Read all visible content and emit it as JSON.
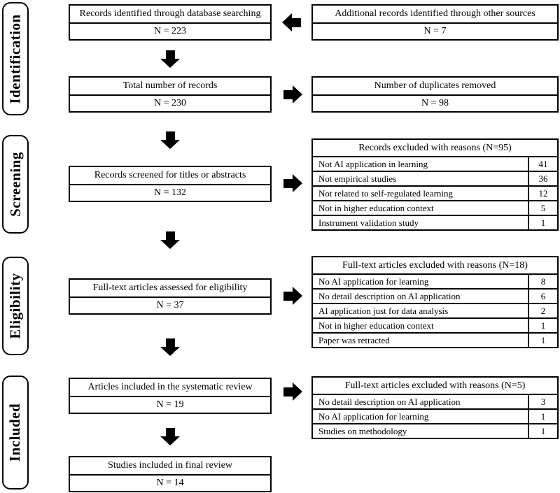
{
  "diagram": {
    "stages": [
      {
        "label": "Identification"
      },
      {
        "label": "Screening"
      },
      {
        "label": "Eligibility"
      },
      {
        "label": "Included"
      }
    ],
    "boxes": {
      "db_search": {
        "title": "Records identified through database searching",
        "n": "N = 223"
      },
      "other_sources": {
        "title": "Additional records identified through other sources",
        "n": "N = 7"
      },
      "total_records": {
        "title": "Total number of records",
        "n": "N = 230"
      },
      "duplicates_removed": {
        "title": "Number of duplicates removed",
        "n": "N = 98"
      },
      "screened": {
        "title": "Records screened for titles or abstracts",
        "n": "N = 132"
      },
      "fulltext_assessed": {
        "title": "Full-text articles assessed for eligibility",
        "n": "N = 37"
      },
      "systematic_review": {
        "title": "Articles included in the systematic review",
        "n": "N = 19"
      },
      "final_review": {
        "title": "Studies included in final review",
        "n": "N = 14"
      }
    },
    "tables": {
      "screening_excluded": {
        "header": "Records excluded with reasons (N=95)",
        "rows": [
          {
            "reason": "Not AI application in learning",
            "count": "41"
          },
          {
            "reason": "Not empirical studies",
            "count": "36"
          },
          {
            "reason": "Not related to self-regulated learning",
            "count": "12"
          },
          {
            "reason": "Not in higher education context",
            "count": "5"
          },
          {
            "reason": "Instrument validation study",
            "count": "1"
          }
        ]
      },
      "eligibility_excluded": {
        "header": "Full-text articles excluded with reasons (N=18)",
        "rows": [
          {
            "reason": "No AI application for learning",
            "count": "8"
          },
          {
            "reason": "No detail description on AI application",
            "count": "6"
          },
          {
            "reason": "AI application just for data analysis",
            "count": "2"
          },
          {
            "reason": "Not in higher education context",
            "count": "1"
          },
          {
            "reason": "Paper was retracted",
            "count": "1"
          }
        ]
      },
      "included_excluded": {
        "header": "Full-text articles excluded with reasons (N=5)",
        "rows": [
          {
            "reason": "No detail description on AI application",
            "count": "3"
          },
          {
            "reason": "No AI application for learning",
            "count": "1"
          },
          {
            "reason": "Studies on methodology",
            "count": "1"
          }
        ]
      }
    },
    "colors": {
      "border": "#000000",
      "background": "#ffffff",
      "text": "#000000",
      "arrow": "#000000"
    }
  }
}
